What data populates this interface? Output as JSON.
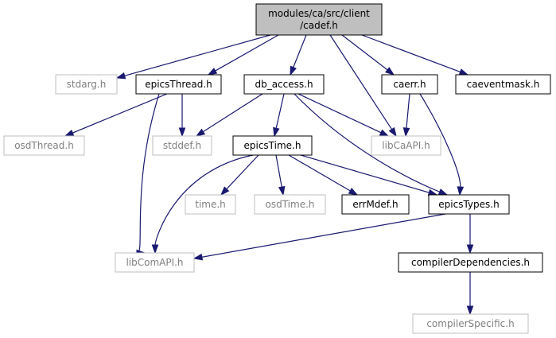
{
  "graph": {
    "nodes": {
      "root": [
        "modules/ca/src/client",
        "/cadef.h"
      ],
      "stdarg": "stdarg.h",
      "epicsThread": "epicsThread.h",
      "db_access": "db_access.h",
      "caerr": "caerr.h",
      "caeventmask": "caeventmask.h",
      "osdThread": "osdThread.h",
      "stddef": "stddef.h",
      "epicsTime": "epicsTime.h",
      "libCaAPI": "libCaAPI.h",
      "time": "time.h",
      "osdTime": "osdTime.h",
      "errMdef": "errMdef.h",
      "epicsTypes": "epicsTypes.h",
      "libComAPI": "libComAPI.h",
      "compilerDependencies": "compilerDependencies.h",
      "compilerSpecific": "compilerSpecific.h"
    },
    "external_nodes": [
      "stdarg",
      "osdThread",
      "stddef",
      "libCaAPI",
      "time",
      "osdTime",
      "libComAPI",
      "compilerSpecific"
    ],
    "edges": [
      [
        "root",
        "stdarg"
      ],
      [
        "root",
        "epicsThread"
      ],
      [
        "root",
        "db_access"
      ],
      [
        "root",
        "libCaAPI"
      ],
      [
        "root",
        "caerr"
      ],
      [
        "root",
        "caeventmask"
      ],
      [
        "epicsThread",
        "osdThread"
      ],
      [
        "epicsThread",
        "stddef"
      ],
      [
        "epicsThread",
        "libComAPI"
      ],
      [
        "db_access",
        "stddef"
      ],
      [
        "db_access",
        "epicsTime"
      ],
      [
        "db_access",
        "libCaAPI"
      ],
      [
        "db_access",
        "epicsTypes"
      ],
      [
        "caerr",
        "libCaAPI"
      ],
      [
        "caerr",
        "epicsTypes"
      ],
      [
        "epicsTime",
        "time"
      ],
      [
        "epicsTime",
        "osdTime"
      ],
      [
        "epicsTime",
        "errMdef"
      ],
      [
        "epicsTime",
        "epicsTypes"
      ],
      [
        "epicsTime",
        "libComAPI"
      ],
      [
        "epicsTypes",
        "libComAPI"
      ],
      [
        "epicsTypes",
        "compilerDependencies"
      ],
      [
        "compilerDependencies",
        "compilerSpecific"
      ]
    ]
  }
}
